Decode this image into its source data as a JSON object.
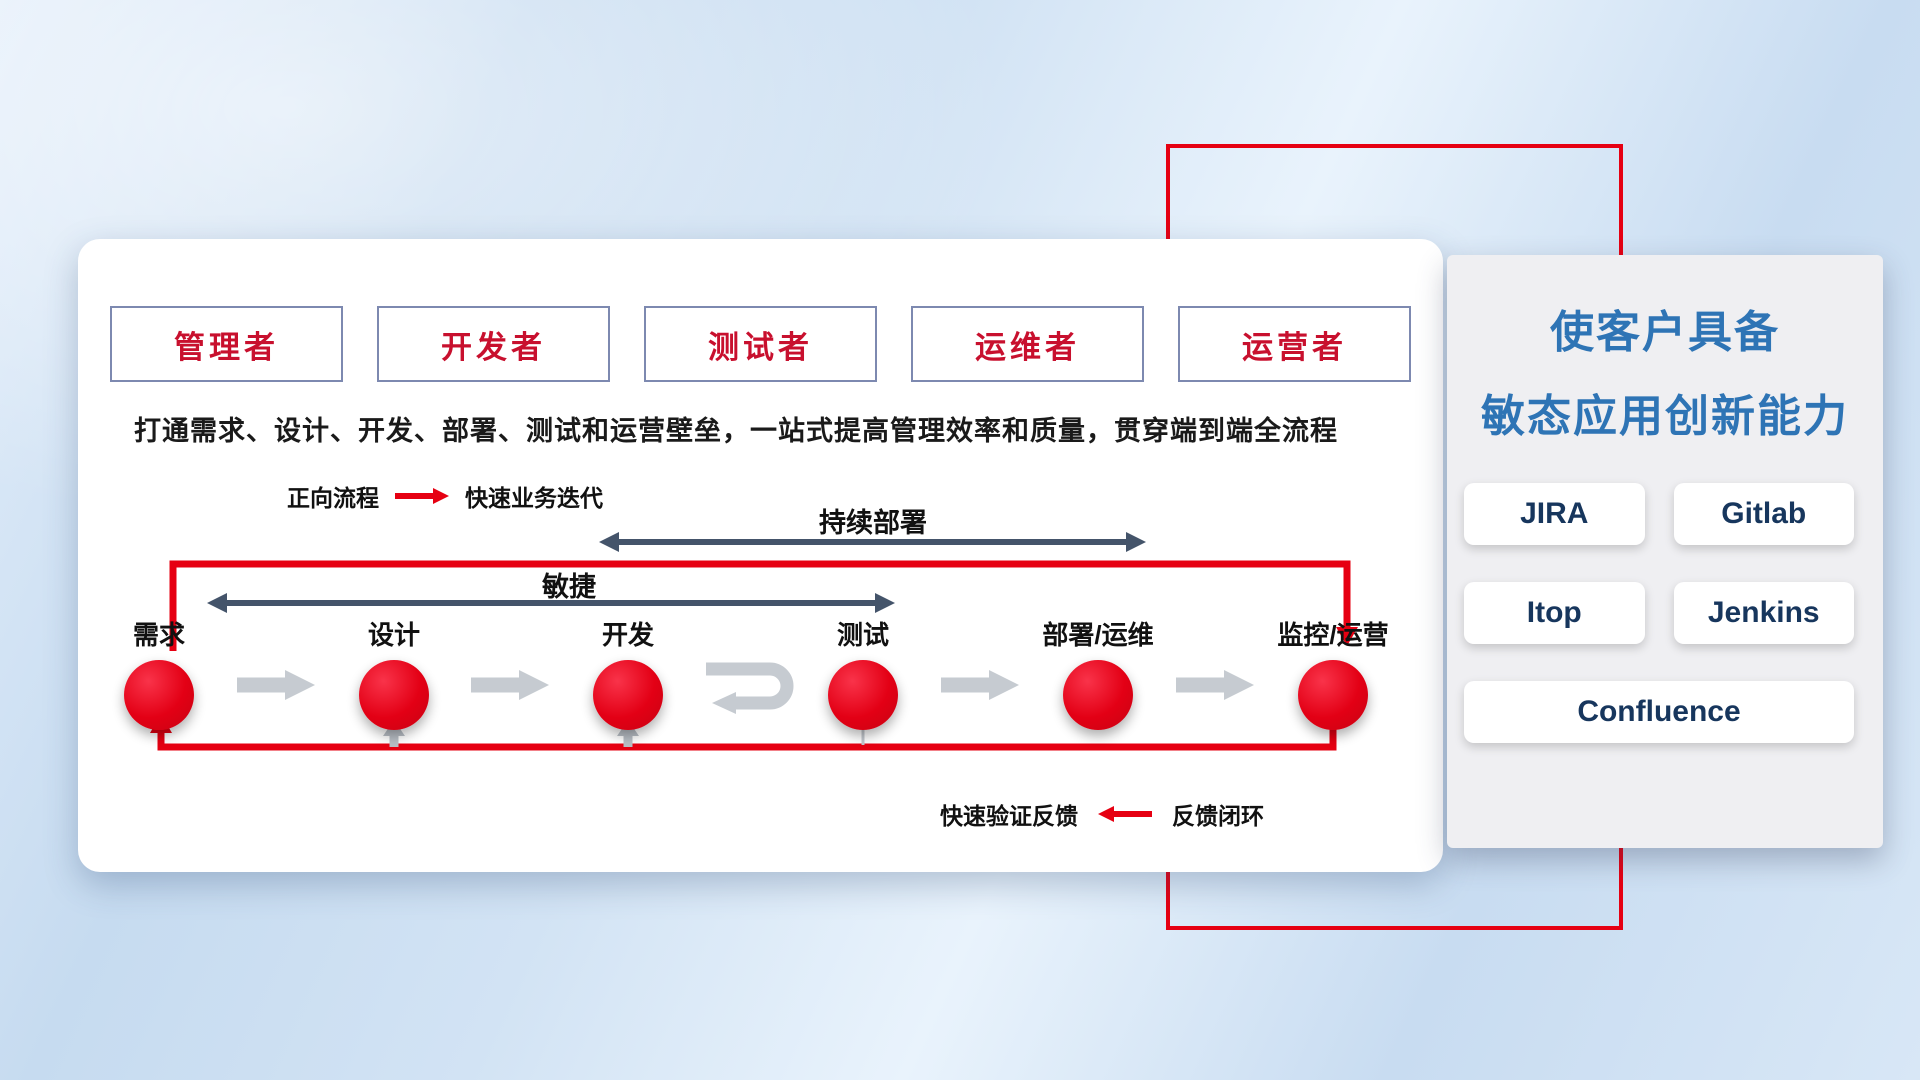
{
  "roles": [
    "管理者",
    "开发者",
    "测试者",
    "运维者",
    "运营者"
  ],
  "headline": "打通需求、设计、开发、部署、测试和运营壁垒，一站式提高管理效率和质量，贯穿端到端全流程",
  "legend_forward": {
    "label": "正向流程",
    "value": "快速业务迭代"
  },
  "legend_feedback": {
    "label": "快速验证反馈",
    "value": "反馈闭环"
  },
  "flow": {
    "agile_label": "敏捷",
    "cd_label": "持续部署",
    "stages": [
      "需求",
      "设计",
      "开发",
      "测试",
      "部署/运维",
      "监控/运营"
    ]
  },
  "panel": {
    "title_line1": "使客户具备",
    "title_line2": "敏态应用创新能力",
    "tools": [
      "JIRA",
      "Gitlab",
      "Itop",
      "Jenkins",
      "Confluence"
    ]
  },
  "colors": {
    "red": "#e60012",
    "role_text": "#c8102e",
    "slate_arrow": "#44546a",
    "gray_arrow": "#c6cbd1",
    "panel_title_blue": "#2e74b5",
    "tool_text": "#17365d"
  }
}
